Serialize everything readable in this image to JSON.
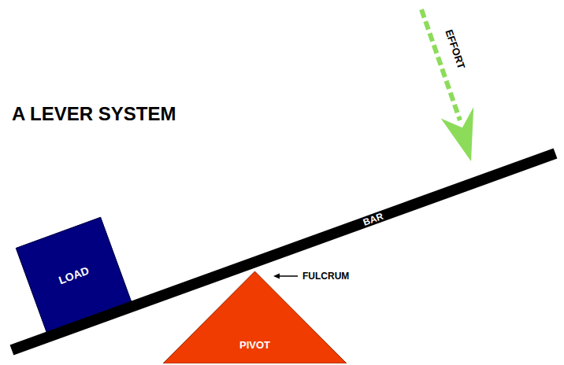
{
  "diagram": {
    "title": "A LEVER SYSTEM",
    "nodes": [
      {
        "text": [
          "LOAD"
        ]
      },
      {
        "text": [
          "BAR"
        ]
      },
      {
        "text": [
          "PIVOT"
        ]
      }
    ],
    "labels": [
      "EFFORT",
      "FULCRUM"
    ]
  }
}
